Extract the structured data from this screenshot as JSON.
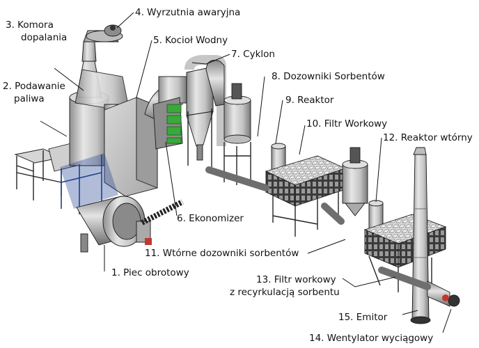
{
  "diagram": {
    "labels": {
      "l1": "1. Piec obrotowy",
      "l2a": "2. Podawanie",
      "l2b": "paliwa",
      "l3a": "3. Komora",
      "l3b": "dopalania",
      "l4": "4. Wyrzutnia awaryjna",
      "l5": "5. Kocioł Wodny",
      "l6": "6. Ekonomizer",
      "l7": "7. Cyklon",
      "l8": "8. Dozowniki Sorbentów",
      "l9": "9. Reaktor",
      "l10": "10. Filtr Workowy",
      "l11": "11. Wtórne dozowniki sorbentów",
      "l12": "12. Reaktor wtórny",
      "l13a": "13. Filtr workowy",
      "l13b": "z recyrkulacją sorbentu",
      "l14": "14. Wentylator wyciągowy",
      "l15": "15. Emitor"
    },
    "colors": {
      "equipment": "#c8c8c8",
      "structure": "#2c2c2c",
      "frame_blue": "#1f3f8f",
      "economizer": "#3aa83a",
      "accent_red": "#c0392b"
    }
  }
}
